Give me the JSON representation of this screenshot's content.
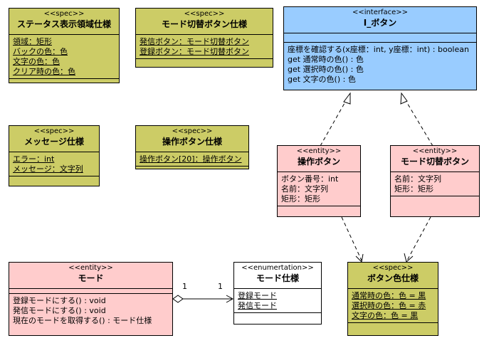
{
  "status_area_spec": {
    "stereotype": "<<spec>>",
    "name": "ステータス表示領域仕様",
    "attributes": [
      "領域：矩形",
      "バックの色：色",
      "文字の色：色",
      "クリア時の色：色"
    ]
  },
  "mode_switch_button_spec": {
    "stereotype": "<<spec>>",
    "name": "モード切替ボタン仕様",
    "attributes": [
      "発信ボタン：モード切替ボタン",
      "登録ボタン：モード切替ボタン"
    ]
  },
  "i_button": {
    "stereotype": "<<interface>>",
    "name": "I_ボタン",
    "operations": [
      "座標を確認する(x座標：int, y座標：int) : boolean",
      "get 通常時の色() : 色",
      "get 選択時の色() : 色",
      "get 文字の色() : 色"
    ]
  },
  "message_spec": {
    "stereotype": "<<spec>>",
    "name": "メッセージ仕様",
    "attributes": [
      "エラー：int",
      "メッセージ：文字列"
    ]
  },
  "operation_button_spec": {
    "stereotype": "<<spec>>",
    "name": "操作ボタン仕様",
    "attributes": [
      "操作ボタン[20]：操作ボタン"
    ]
  },
  "operation_button": {
    "stereotype": "<<entity>>",
    "name": "操作ボタン",
    "attributes": [
      "ボタン番号：int",
      "名前：文字列",
      "矩形：矩形"
    ]
  },
  "mode_switch_button": {
    "stereotype": "<<entity>>",
    "name": "モード切替ボタン",
    "attributes": [
      "名前：文字列",
      "矩形：矩形"
    ]
  },
  "mode": {
    "stereotype": "<<entity>>",
    "name": "モード",
    "operations": [
      "登録モードにする() : void",
      "発信モードにする() : void",
      "現在のモードを取得する() : モード仕様"
    ]
  },
  "mode_spec": {
    "stereotype": "<<enumertation>>",
    "name": "モード仕様",
    "literals": [
      "登録モード",
      "発信モード"
    ]
  },
  "button_color_spec": {
    "stereotype": "<<spec>>",
    "name": "ボタン色仕様",
    "attributes": [
      "通常時の色：色 = 黒",
      "選択時の色：色 = 赤",
      "文字の色：色 = 黒"
    ]
  },
  "association": {
    "source_multiplicity": "1",
    "target_multiplicity": "1"
  }
}
